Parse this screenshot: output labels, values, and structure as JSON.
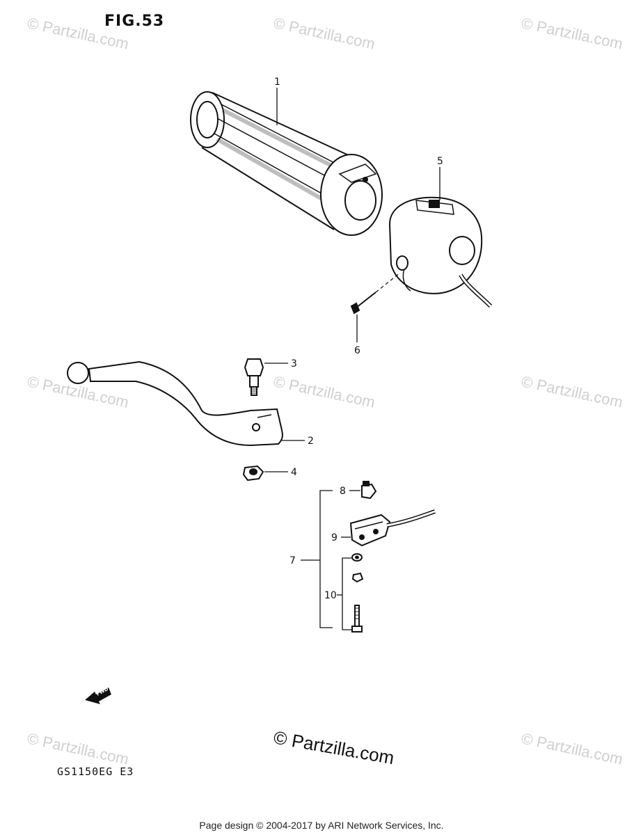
{
  "figure": {
    "title": "FIG.53",
    "model_code": "GS1150EG E3"
  },
  "callouts": [
    "1",
    "2",
    "3",
    "4",
    "5",
    "6",
    "7",
    "8",
    "9",
    "10"
  ],
  "fwd_label": "FWD",
  "watermark": {
    "small_text": "© Partzilla.com",
    "large_text": "© Partzilla.com"
  },
  "footer": {
    "text": "Page design © 2004-2017 by ARI Network Services, Inc."
  },
  "colors": {
    "ink": "#111111",
    "watermark": "#cfcfcf",
    "background": "#ffffff"
  }
}
